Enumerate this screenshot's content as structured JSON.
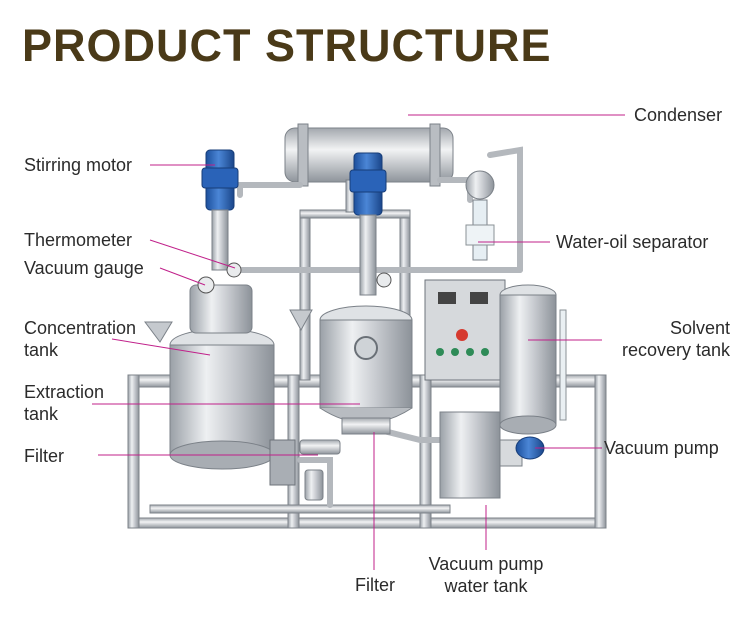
{
  "title": "PRODUCT STRUCTURE",
  "colors": {
    "title": "#4a3a18",
    "leader_line": "#c0208a",
    "steel": "#c9ccd1",
    "motor": "#2a63b8"
  },
  "labels": {
    "condenser": "Condenser",
    "stirring_motor": "Stirring motor",
    "thermometer": "Thermometer",
    "vacuum_gauge": "Vacuum gauge",
    "water_oil_separator": "Water-oil separator",
    "concentration_tank_l1": "Concentration",
    "concentration_tank_l2": "tank",
    "solvent_recovery_l1": "Solvent",
    "solvent_recovery_l2": "recovery tank",
    "extraction_tank_l1": "Extraction",
    "extraction_tank_l2": "tank",
    "filter_left": "Filter",
    "vacuum_pump": "Vacuum pump",
    "filter_bottom": "Filter",
    "vacuum_pump_water_tank_l1": "Vacuum pump",
    "vacuum_pump_water_tank_l2": "water tank"
  }
}
